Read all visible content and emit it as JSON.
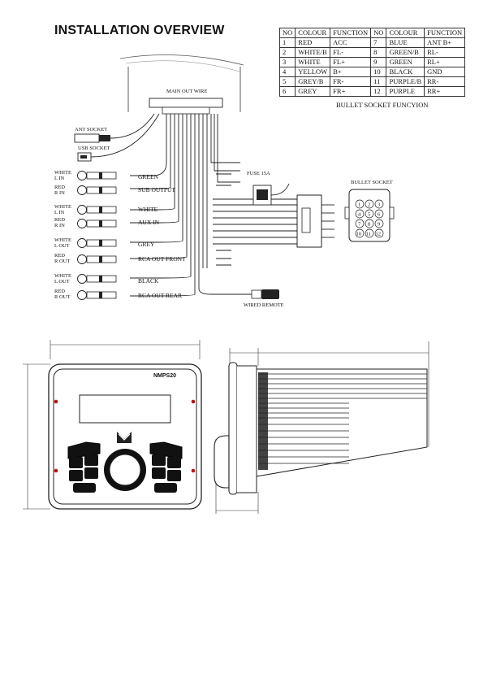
{
  "title": "INSTALLATION OVERVIEW",
  "wire_table": {
    "headers": [
      "NO",
      "COLOUR",
      "FUNCTION",
      "NO",
      "COLOUR",
      "FUNCTION"
    ],
    "rows": [
      [
        "1",
        "RED",
        "ACC",
        "7",
        "BLUE",
        "ANT B+"
      ],
      [
        "2",
        "WHITE/B",
        "FL-",
        "8",
        "GREEN/B",
        "RL-"
      ],
      [
        "3",
        "WHITE",
        "FL+",
        "9",
        "GREEN",
        "RL+"
      ],
      [
        "4",
        "YELLOW",
        "B+",
        "10",
        "BLACK",
        "GND"
      ],
      [
        "5",
        "GREY/B",
        "FR-",
        "11",
        "PURPLE/B",
        "RR-"
      ],
      [
        "6",
        "GREY",
        "FR+",
        "12",
        "PURPLE",
        "RR+"
      ]
    ],
    "caption": "BULLET SOCKET FUNCYION"
  },
  "diagram": {
    "main_out_wire": "MAIN OUT WIRE",
    "ant_socket": "ANT SOCKET",
    "usb_socket": "USB SOCKET",
    "fuse": "FUSE 15A",
    "bullet_socket": "BULLET SOCKET",
    "wired_remote": "WIRED REMOTE",
    "pin_numbers": [
      "1",
      "2",
      "3",
      "4",
      "5",
      "6",
      "7",
      "8",
      "9",
      "10",
      "11",
      "12"
    ],
    "rca": {
      "white": "WHITE",
      "red": "RED",
      "l_in": "L IN",
      "r_in": "R IN",
      "l_out": "L OUT",
      "r_out": "R OUT"
    },
    "groups": [
      {
        "color": "GREEN",
        "name": "SUB OUTPUT"
      },
      {
        "color": "WHITE",
        "name": "AUX IN"
      },
      {
        "color": "GREY",
        "name": "RCA OUT FRONT"
      },
      {
        "color": "BLACK",
        "name": "RCA OUT REAR"
      }
    ]
  },
  "device": {
    "model": "NMPS20"
  }
}
